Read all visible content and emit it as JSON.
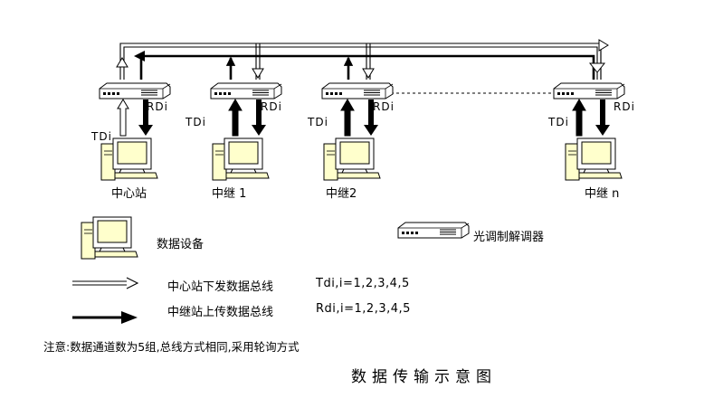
{
  "stations": [
    {
      "name": "中心站",
      "tdi": "TDi",
      "rdi": "RDi"
    },
    {
      "name": "中继 1",
      "tdi": "TDi",
      "rdi": "RDi"
    },
    {
      "name": "中继2",
      "tdi": "TDi",
      "rdi": "RDi"
    },
    {
      "name": "中继 n",
      "tdi": "TDi",
      "rdi": "RDi"
    }
  ],
  "legend": {
    "data_device": "数据设备",
    "modem": "光调制解调器",
    "downlink_bus": "中心站下发数据总线",
    "downlink_formula": "Tdi,i=1,2,3,4,5",
    "uplink_bus": "中继站上传数据总线",
    "uplink_formula": "Rdi,i=1,2,3,4,5"
  },
  "note": "注意:数据通道数为5组,总线方式相同,采用轮询方式",
  "title": "数据传输示意图",
  "colors": {
    "screen": "#ffffcc",
    "device": "#e8e8e8",
    "line": "#000000"
  }
}
